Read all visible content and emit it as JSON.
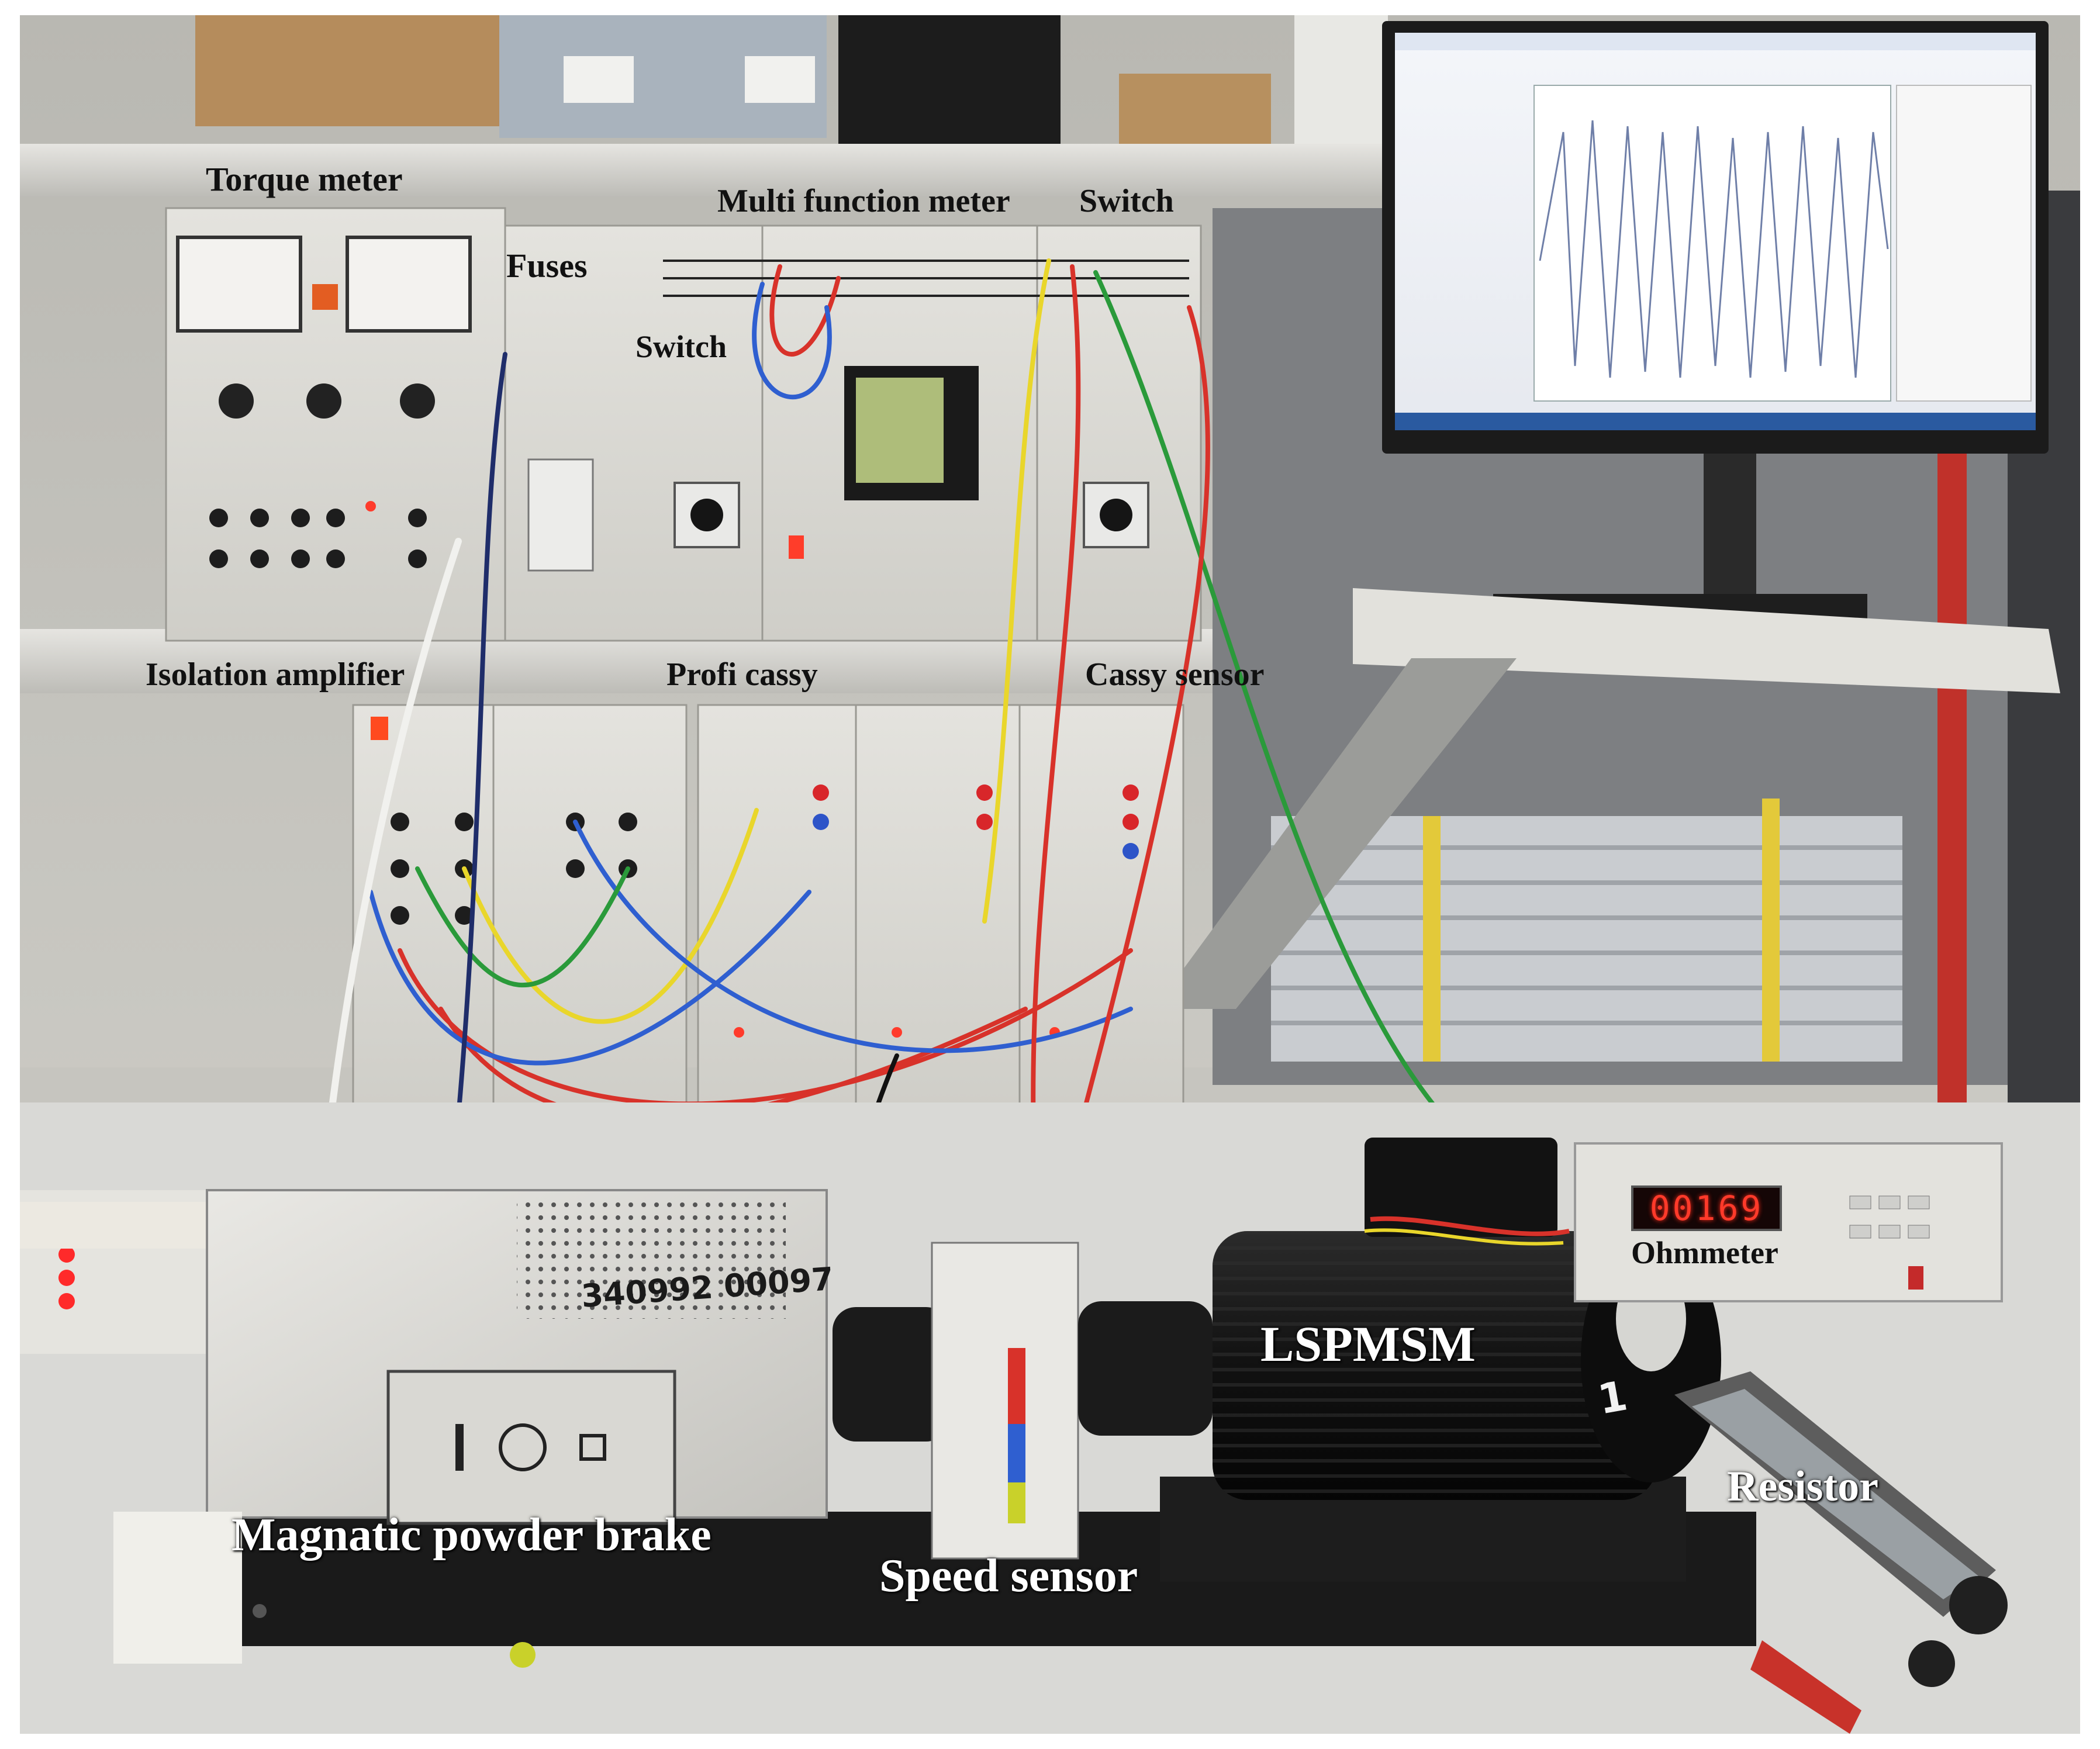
{
  "labels": {
    "torque_meter": "Torque meter",
    "multi_function_meter": "Multi function meter",
    "switch_top": "Switch",
    "fuses": "Fuses",
    "switch_mid": "Switch",
    "isolation_amplifier": "Isolation amplifier",
    "profi_cassy": "Profi cassy",
    "cassy_sensor": "Cassy sensor",
    "ohmmeter": "Ohmmeter",
    "lspmsm": "LSPMSM",
    "resistor": "Resistor",
    "magnetic_powder_brake": "Magnatic powder brake",
    "speed_sensor": "Speed sensor"
  },
  "ohmmeter_reading": "00169",
  "handwritten_brake_id": "340992 00097",
  "handwritten_motor_mark": "1",
  "colors": {
    "label_dark": "#111111",
    "label_light": "#ffffff",
    "display_red": "#ff3a2a",
    "panel_grey": "#d7d6d0",
    "motor_black": "#121212"
  }
}
